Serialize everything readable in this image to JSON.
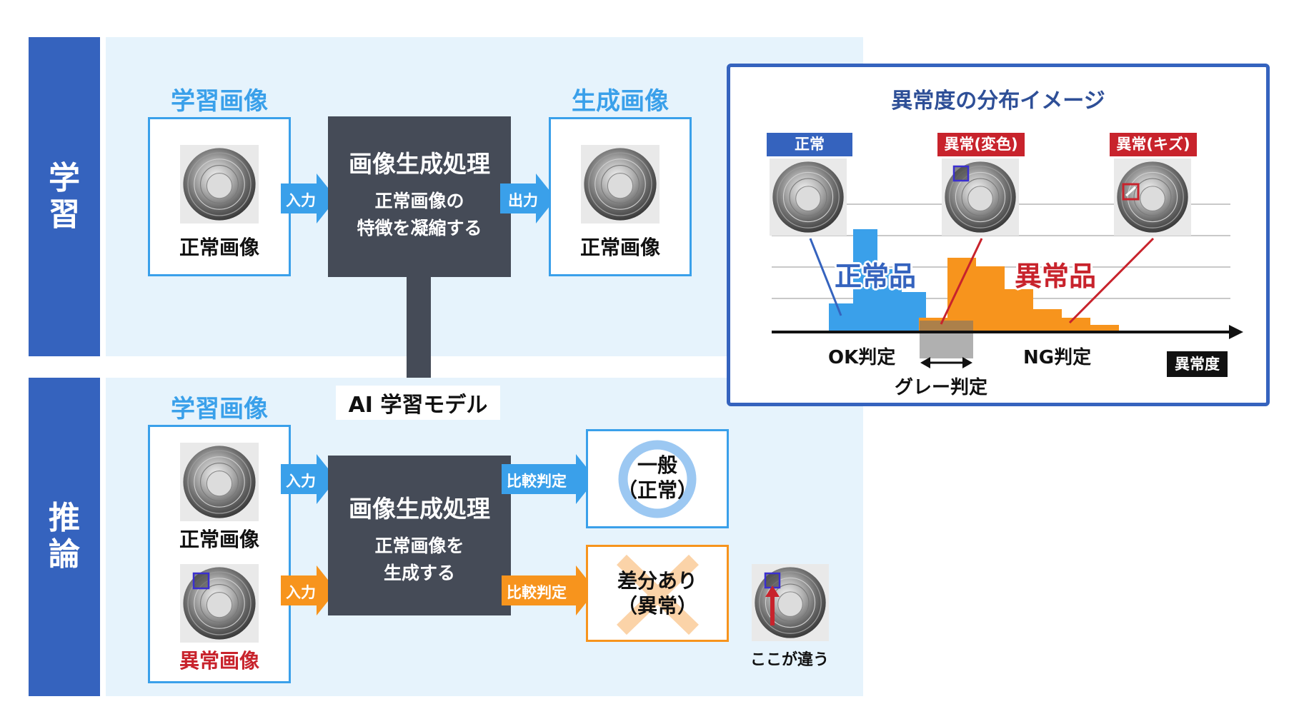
{
  "learning": {
    "phase_label": "学\n習",
    "input_title": "学習画像",
    "input_caption": "正常画像",
    "arrow_in": "入力",
    "process_title": "画像生成処理",
    "process_sub": "正常画像の\n特徴を凝縮する",
    "arrow_out": "出力",
    "output_title": "生成画像",
    "output_caption": "正常画像"
  },
  "model_label": "AI 学習モデル",
  "inference": {
    "phase_label": "推\n論",
    "input_title": "学習画像",
    "normal_caption": "正常画像",
    "abnormal_caption": "異常画像",
    "arrow_in_1": "入力",
    "arrow_in_2": "入力",
    "process_title": "画像生成処理",
    "process_sub": "正常画像を\n生成する",
    "compare_1": "比較判定",
    "compare_2": "比較判定",
    "result_ok": "一般\n（正常）",
    "result_ng": "差分あり\n（異常）",
    "diff_caption": "ここが違う"
  },
  "distribution": {
    "title": "異常度の分布イメージ",
    "tag_normal": "正常",
    "tag_discolor": "異常(変色)",
    "tag_scratch": "異常(キズ)",
    "normal_label": "正常品",
    "abnormal_label": "異常品",
    "ok_label": "OK判定",
    "ng_label": "NG判定",
    "gray_label": "グレー判定",
    "axis_label": "異常度"
  },
  "colors": {
    "phase": "#3563be",
    "light_bg": "#e6f3fc",
    "blue": "#3aa0ea",
    "orange": "#f7941d",
    "process": "#454b57",
    "red": "#c8232c"
  },
  "chart_data": {
    "type": "bar",
    "xlabel": "異常度",
    "ylabel": "",
    "grid": true,
    "series": [
      {
        "name": "正常品",
        "values": [
          1.0,
          3.6,
          2.2,
          1.4,
          0.5
        ]
      },
      {
        "name": "異常品",
        "values": [
          0.5,
          2.6,
          2.3,
          1.5,
          0.8,
          0.5,
          0.25
        ]
      }
    ]
  }
}
